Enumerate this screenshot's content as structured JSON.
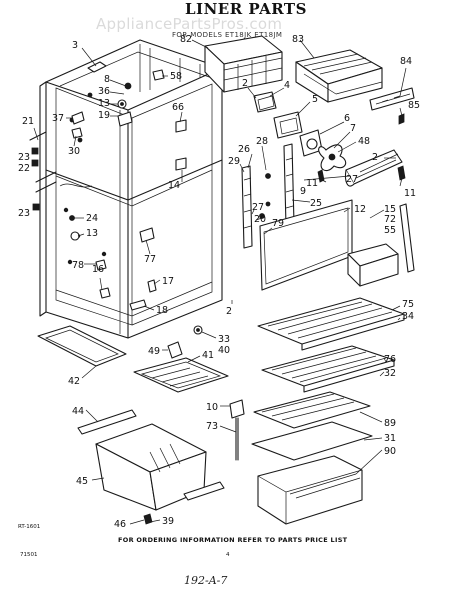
{
  "header": {
    "title": "LINER PARTS",
    "watermark": "AppliancePartsPros.com",
    "model_line": "FOR MODELS ET18JK ET18JM"
  },
  "footer": {
    "ordering_note": "FOR ORDERING INFORMATION REFER TO PARTS PRICE LIST",
    "page_marker": "4",
    "drawing_code": "RT-1601",
    "print_code": "71501",
    "handwritten_note": "192-A-7"
  },
  "callouts": [
    {
      "id": "c3",
      "text": "3"
    },
    {
      "id": "c82",
      "text": "82"
    },
    {
      "id": "c83",
      "text": "83"
    },
    {
      "id": "c84",
      "text": "84"
    },
    {
      "id": "c85",
      "text": "85"
    },
    {
      "id": "c8",
      "text": "8"
    },
    {
      "id": "c36",
      "text": "36"
    },
    {
      "id": "c58",
      "text": "58"
    },
    {
      "id": "c13a",
      "text": "13"
    },
    {
      "id": "c19",
      "text": "19"
    },
    {
      "id": "c37",
      "text": "37"
    },
    {
      "id": "c21",
      "text": "21"
    },
    {
      "id": "c30",
      "text": "30"
    },
    {
      "id": "c66",
      "text": "66"
    },
    {
      "id": "c2a",
      "text": "2"
    },
    {
      "id": "c4",
      "text": "4"
    },
    {
      "id": "c5",
      "text": "5"
    },
    {
      "id": "c6",
      "text": "6"
    },
    {
      "id": "c7",
      "text": "7"
    },
    {
      "id": "c48",
      "text": "48"
    },
    {
      "id": "c28",
      "text": "28"
    },
    {
      "id": "c26",
      "text": "26"
    },
    {
      "id": "c29",
      "text": "29"
    },
    {
      "id": "c23a",
      "text": "23"
    },
    {
      "id": "c22",
      "text": "22"
    },
    {
      "id": "c14",
      "text": "14"
    },
    {
      "id": "c2b",
      "text": "2"
    },
    {
      "id": "c11a",
      "text": "11"
    },
    {
      "id": "c11b",
      "text": "11"
    },
    {
      "id": "c27a",
      "text": "27"
    },
    {
      "id": "c9",
      "text": "9"
    },
    {
      "id": "c25",
      "text": "25"
    },
    {
      "id": "c12",
      "text": "12"
    },
    {
      "id": "c15",
      "text": "15"
    },
    {
      "id": "c72",
      "text": "72"
    },
    {
      "id": "c55",
      "text": "55"
    },
    {
      "id": "c23b",
      "text": "23"
    },
    {
      "id": "c24",
      "text": "24"
    },
    {
      "id": "c27b",
      "text": "27"
    },
    {
      "id": "c20",
      "text": "20"
    },
    {
      "id": "c79",
      "text": "79"
    },
    {
      "id": "c13b",
      "text": "13"
    },
    {
      "id": "c78",
      "text": "78"
    },
    {
      "id": "c16",
      "text": "16"
    },
    {
      "id": "c77",
      "text": "77"
    },
    {
      "id": "c17",
      "text": "17"
    },
    {
      "id": "c18",
      "text": "18"
    },
    {
      "id": "c2c",
      "text": "2"
    },
    {
      "id": "c75",
      "text": "75"
    },
    {
      "id": "c34",
      "text": "34"
    },
    {
      "id": "c33",
      "text": "33"
    },
    {
      "id": "c40",
      "text": "40"
    },
    {
      "id": "c49",
      "text": "49"
    },
    {
      "id": "c41",
      "text": "41"
    },
    {
      "id": "c42",
      "text": "42"
    },
    {
      "id": "c76",
      "text": "76"
    },
    {
      "id": "c32",
      "text": "32"
    },
    {
      "id": "c44",
      "text": "44"
    },
    {
      "id": "c10",
      "text": "10"
    },
    {
      "id": "c73",
      "text": "73"
    },
    {
      "id": "c89",
      "text": "89"
    },
    {
      "id": "c31",
      "text": "31"
    },
    {
      "id": "c90",
      "text": "90"
    },
    {
      "id": "c45",
      "text": "45"
    },
    {
      "id": "c46",
      "text": "46"
    },
    {
      "id": "c39",
      "text": "39"
    }
  ]
}
